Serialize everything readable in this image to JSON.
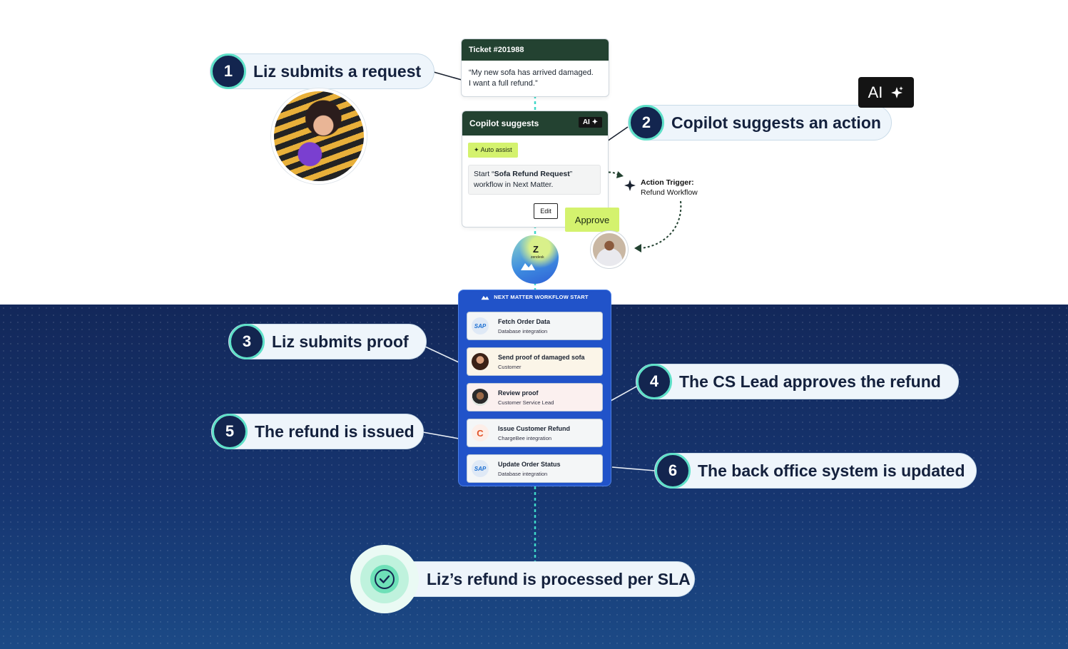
{
  "steps": [
    {
      "num": "1",
      "label": "Liz submits a request"
    },
    {
      "num": "2",
      "label": "Copilot suggests an action"
    },
    {
      "num": "3",
      "label": "Liz submits proof"
    },
    {
      "num": "4",
      "label": "The CS Lead approves the refund"
    },
    {
      "num": "5",
      "label": "The refund is issued"
    },
    {
      "num": "6",
      "label": "The back office system is updated"
    }
  ],
  "ticket": {
    "title": "Ticket #201988",
    "line1": "“My new sofa has arrived damaged.",
    "line2": "I want a full refund.”"
  },
  "copilot": {
    "title": "Copilot suggests",
    "ai_label": "AI",
    "chip": "Auto assist",
    "suggest_prefix": "Start “",
    "suggest_bold": "Sofa Refund Request",
    "suggest_suffix": "”",
    "suggest_line2": "workflow in Next Matter.",
    "edit": "Edit",
    "approve": "Approve"
  },
  "ai_badge": "AI",
  "trigger": {
    "title": "Action Trigger:",
    "subtitle": "Refund Workflow"
  },
  "zendesk": {
    "mark": "Z",
    "text": "zendesk"
  },
  "workflow": {
    "header": "NEXT MATTER WORKFLOW START",
    "items": [
      {
        "title": "Fetch Order Data",
        "subtitle": "Database integration",
        "icon": "SAP"
      },
      {
        "title": "Send proof of damaged sofa",
        "subtitle": "Customer",
        "icon": "customer-avatar"
      },
      {
        "title": "Review proof",
        "subtitle": "Customer Service Lead",
        "icon": "lead-avatar"
      },
      {
        "title": "Issue Customer Refund",
        "subtitle": "ChargeBee integration",
        "icon": "C"
      },
      {
        "title": "Update Order Status",
        "subtitle": "Database integration",
        "icon": "SAP"
      }
    ]
  },
  "final": "Liz’s refund is processed per SLA",
  "colors": {
    "navy": "#13254f",
    "teal": "#5ee0c8",
    "lime": "#d4f26e",
    "dark_green": "#234231",
    "workflow_blue": "#2153c9"
  }
}
